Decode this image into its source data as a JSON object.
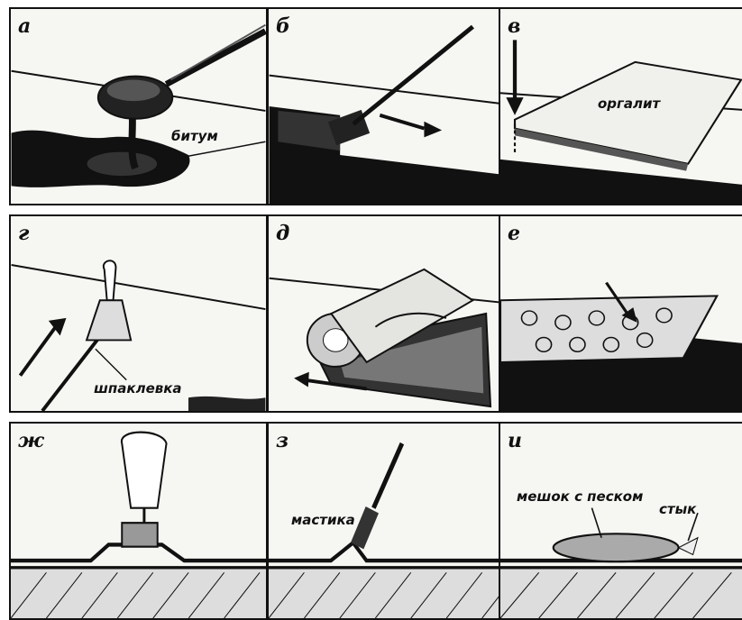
{
  "panels": [
    {
      "letter": "а",
      "labels": [
        "битум"
      ]
    },
    {
      "letter": "б",
      "labels": []
    },
    {
      "letter": "в",
      "labels": [
        "оргалит"
      ]
    },
    {
      "letter": "г",
      "labels": [
        "шпаклевка"
      ]
    },
    {
      "letter": "д",
      "labels": []
    },
    {
      "letter": "е",
      "labels": []
    },
    {
      "letter": "ж",
      "labels": []
    },
    {
      "letter": "з",
      "labels": [
        "мастика"
      ]
    },
    {
      "letter": "и",
      "labels": [
        "мешок с песком",
        "стык"
      ]
    }
  ],
  "colors": {
    "ink": "#111111",
    "paper": "#f6f6f3"
  }
}
